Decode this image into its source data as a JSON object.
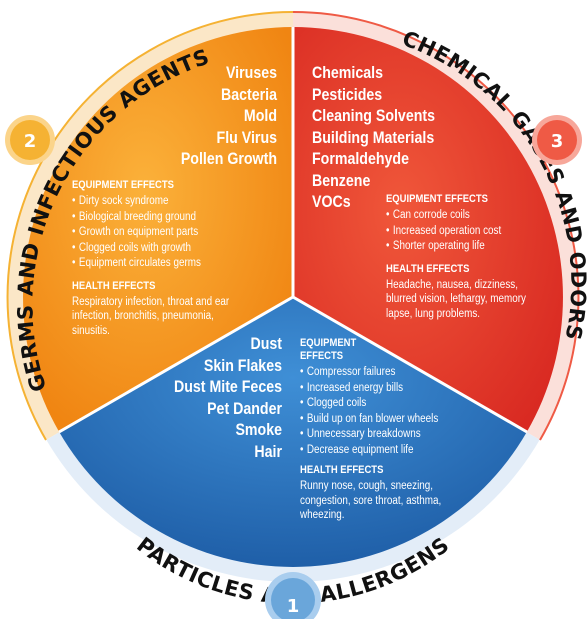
{
  "colors": {
    "orange": "#f39219",
    "red": "#e8412e",
    "blue": "#2d77bf",
    "ring": "#eaf2fb",
    "gold": "#f5b233",
    "coral": "#ef5a45",
    "skyblue": "#6aa6da"
  },
  "ring": {
    "germs": "GERMS AND INFECTIOUS AGENTS",
    "chemical": "CHEMICAL GASES AND ODORS",
    "particles": "PARTICLES AND ALLERGENS"
  },
  "badges": {
    "germs": "2",
    "chemical": "3",
    "particles": "1"
  },
  "germs": {
    "items": [
      "Viruses",
      "Bacteria",
      "Mold",
      "Flu Virus",
      "Pollen Growth"
    ],
    "equipment_title": "EQUIPMENT EFFECTS",
    "equipment": [
      "Dirty sock syndrome",
      "Biological breeding ground",
      "Growth on equipment parts",
      "Clogged coils with growth",
      "Equipment circulates germs"
    ],
    "health_title": "HEALTH EFFECTS",
    "health": "Respiratory infection, throat and ear infection, bronchitis, pneumonia, sinusitis."
  },
  "chemical": {
    "items": [
      "Chemicals",
      "Pesticides",
      "Cleaning Solvents",
      "Building Materials",
      "Formaldehyde",
      "Benzene",
      "VOCs"
    ],
    "equipment_title": "EQUIPMENT EFFECTS",
    "equipment": [
      "Can corrode coils",
      "Increased operation cost",
      "Shorter operating life"
    ],
    "health_title": "HEALTH EFFECTS",
    "health": "Headache, nausea, dizziness, blurred vision, lethargy, memory lapse, lung problems."
  },
  "particles": {
    "items": [
      "Dust",
      "Skin Flakes",
      "Dust Mite Feces",
      "Pet Dander",
      "Smoke",
      "Hair"
    ],
    "equipment_title_1": "EQUIPMENT",
    "equipment_title_2": "EFFECTS",
    "equipment": [
      "Compressor failures",
      "Increased energy bills",
      "Clogged coils",
      "Build up on fan blower wheels",
      "Unnecessary breakdowns",
      "Decrease equipment life"
    ],
    "health_title": "HEALTH EFFECTS",
    "health": "Runny nose, cough, sneezing, congestion, sore throat, asthma, wheezing."
  }
}
